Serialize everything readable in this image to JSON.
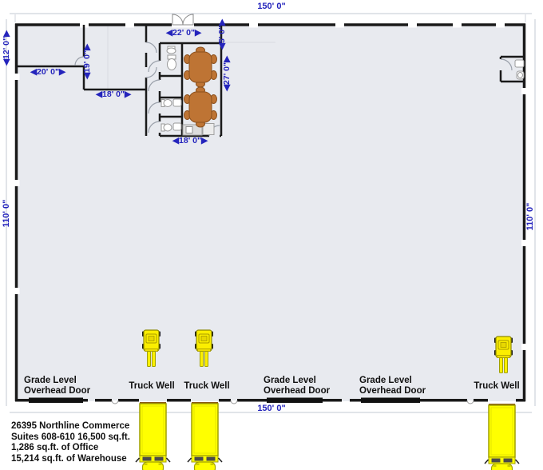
{
  "dimensions": {
    "overall_width_top": "150' 0\"",
    "overall_width_bottom": "150' 0\"",
    "overall_depth_left": "110' 0\"",
    "overall_depth_right": "110' 0\"",
    "office_room1_depth": "◀12' 0\"▶",
    "office_room1_width": "◀20' 0\"▶",
    "office_room2_depth": "◀19' 0\"▶",
    "office_room2_width": "◀18' 0\"▶",
    "office_core_width": "◀22' 0\"▶",
    "entry_depth": "◀5' 0\"▶",
    "conference_depth": "◀27' 0\"▶",
    "office_core_bottom_width": "◀18' 0\"▶"
  },
  "door_labels": {
    "grade_level_line1": "Grade Level",
    "grade_level_line2": "Overhead Door",
    "truck_well": "Truck Well"
  },
  "building_info": {
    "line1": "26395 Northline Commerce",
    "line2": "Suites 608-610 16,500 sq.ft.",
    "line3": "1,286 sq.ft. of Office",
    "line4": "15,214 sq.ft. of Warehouse"
  },
  "colors": {
    "dimension_text_blue": "#2424bc",
    "wall_black": "#1a1a1a",
    "floor_gray": "#e8eaef",
    "vehicle_yellow": "#ffff00",
    "table_brown": "#be7434"
  }
}
